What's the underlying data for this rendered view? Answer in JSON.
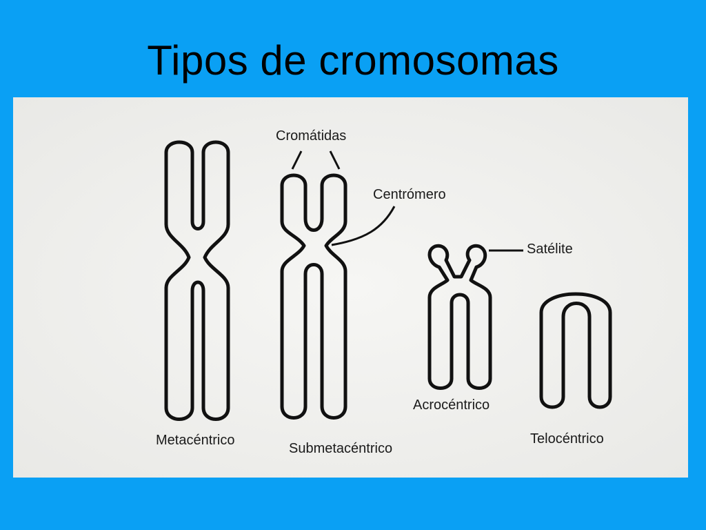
{
  "slide": {
    "title": "Tipos de cromosomas"
  },
  "figure": {
    "labels": {
      "cromatidas": "Cromátidas",
      "centromero": "Centrómero",
      "satelite": "Satélite",
      "metacentrico": "Metacéntrico",
      "submetacentrico": "Submetacéntrico",
      "acrocentrico": "Acrocéntrico",
      "telocentrico": "Telocéntrico"
    }
  }
}
